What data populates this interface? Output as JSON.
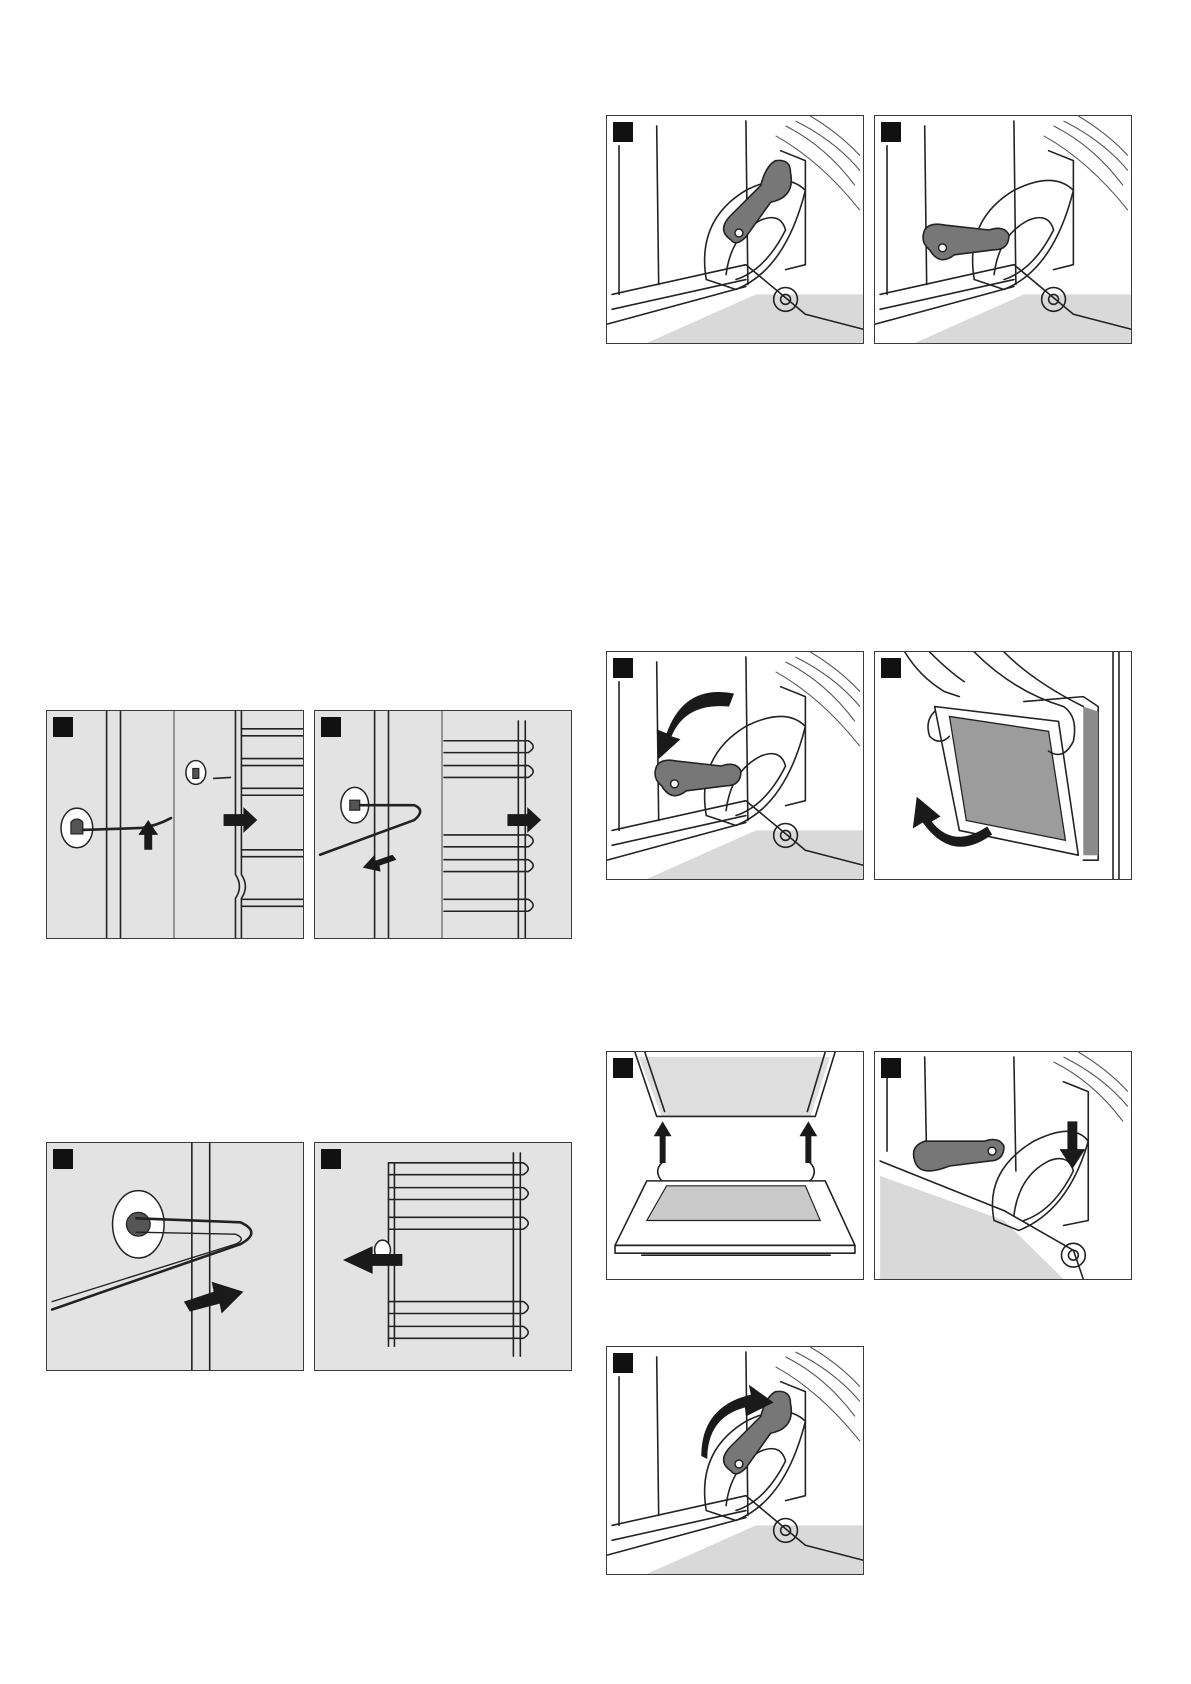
{
  "page": {
    "description_none": ""
  },
  "figures": {
    "rail_removal_a": {
      "icon": "rail-hook-lift-arrow"
    },
    "rail_removal_b": {
      "icon": "rail-pull-out-arrow"
    },
    "rail_insert_a": {
      "icon": "rail-rod-push-arrow"
    },
    "rail_insert_b": {
      "icon": "rail-slide-left-arrow"
    },
    "hinge_lever_closed": {
      "icon": "hinge-lever-icon"
    },
    "hinge_lever_open": {
      "icon": "hinge-lever-folded-icon"
    },
    "hinge_lever_rotate": {
      "icon": "curved-arrow-icon"
    },
    "door_lift_out": {
      "icon": "door-removal-hands-icon"
    },
    "door_insert": {
      "icon": "door-hinge-insert-icon"
    },
    "hinge_push_down": {
      "icon": "down-arrow-icon"
    },
    "hinge_lever_close": {
      "icon": "curved-arrow-up-icon"
    }
  },
  "colors": {
    "panel_bg": "#e3e3e3",
    "lever": "#777777",
    "marker": "#111111"
  }
}
